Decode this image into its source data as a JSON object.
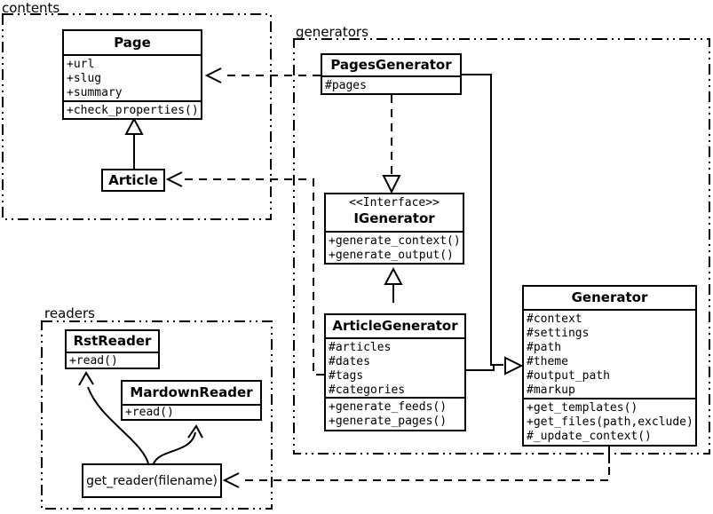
{
  "diagram": {
    "packages": {
      "contents": {
        "label": "contents"
      },
      "generators": {
        "label": "generators"
      },
      "readers": {
        "label": "readers"
      }
    },
    "classes": {
      "page": {
        "title": "Page",
        "attrs": [
          "+url",
          "+slug",
          "+summary"
        ],
        "methods": [
          "+check_properties()"
        ]
      },
      "article": {
        "title": "Article"
      },
      "pagesGenerator": {
        "title": "PagesGenerator",
        "attrs": [
          "#pages"
        ]
      },
      "igenerator": {
        "stereotype": "<<Interface>>",
        "title": "IGenerator",
        "methods": [
          "+generate_context()",
          "+generate_output()"
        ]
      },
      "articleGenerator": {
        "title": "ArticleGenerator",
        "attrs": [
          "#articles",
          "#dates",
          "#tags",
          "#categories"
        ],
        "methods": [
          "+generate_feeds()",
          "+generate_pages()"
        ]
      },
      "generator": {
        "title": "Generator",
        "attrs": [
          "#context",
          "#settings",
          "#path",
          "#theme",
          "#output_path",
          "#markup"
        ],
        "methods": [
          "+get_templates()",
          "+get_files(path,exclude)",
          "#_update_context()"
        ]
      },
      "rstReader": {
        "title": "RstReader",
        "methods": [
          "+read()"
        ]
      },
      "mardownReader": {
        "title": "MardownReader",
        "methods": [
          "+read()"
        ]
      },
      "getReader": {
        "label": "get_reader(filename)"
      }
    },
    "relations": [
      {
        "from": "Article",
        "to": "Page",
        "type": "generalization"
      },
      {
        "from": "PagesGenerator",
        "to": "Page",
        "type": "dependency"
      },
      {
        "from": "ArticleGenerator",
        "to": "Article",
        "type": "dependency"
      },
      {
        "from": "PagesGenerator",
        "to": "IGenerator",
        "type": "realization"
      },
      {
        "from": "ArticleGenerator",
        "to": "IGenerator",
        "type": "generalization"
      },
      {
        "from": "PagesGenerator",
        "to": "Generator",
        "type": "generalization"
      },
      {
        "from": "ArticleGenerator",
        "to": "Generator",
        "type": "generalization"
      },
      {
        "from": "Generator",
        "to": "get_reader(filename)",
        "type": "dependency"
      },
      {
        "from": "get_reader(filename)",
        "to": "RstReader",
        "type": "arrow"
      },
      {
        "from": "get_reader(filename)",
        "to": "MardownReader",
        "type": "arrow"
      }
    ]
  },
  "colors": {
    "ink": "#000000",
    "paper": "#ffffff"
  }
}
